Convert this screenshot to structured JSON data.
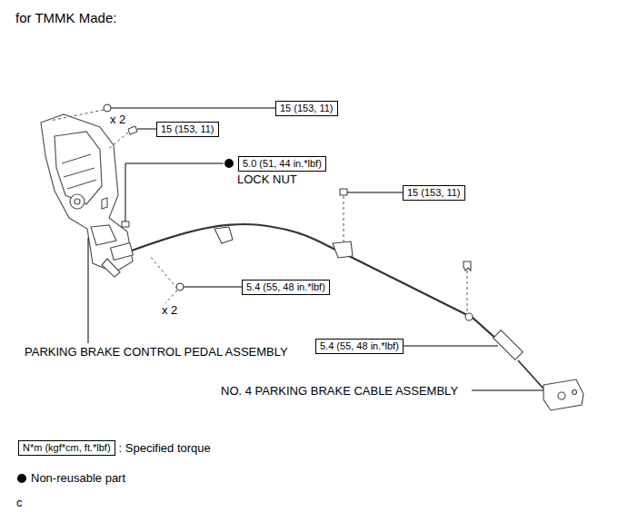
{
  "diagram": {
    "title": "for TMMK Made:",
    "nodes": [
      {
        "text": [
          "15 (153, 11)"
        ]
      },
      {
        "text": [
          "15 (153, 11)"
        ]
      },
      {
        "text": [
          "5.0 (51, 44 in.*lbf)"
        ]
      },
      {
        "text": [
          "15 (153, 11)"
        ]
      },
      {
        "text": [
          "5.4 (55, 48 in.*lbf)"
        ]
      },
      {
        "text": [
          "5.4 (55, 48 in.*lbf)"
        ]
      },
      {
        "text": [
          "N*m (kgf*cm, ft.*lbf)"
        ]
      }
    ],
    "edges": [],
    "labels": [
      "x 2",
      "LOCK NUT",
      "x 2",
      "PARKING BRAKE CONTROL PEDAL ASSEMBLY",
      "NO. 4 PARKING BRAKE CABLE ASSEMBLY",
      "c"
    ],
    "legend": [
      {
        "text": ": Specified torque"
      },
      {
        "text": "Non-reusable part"
      }
    ]
  }
}
